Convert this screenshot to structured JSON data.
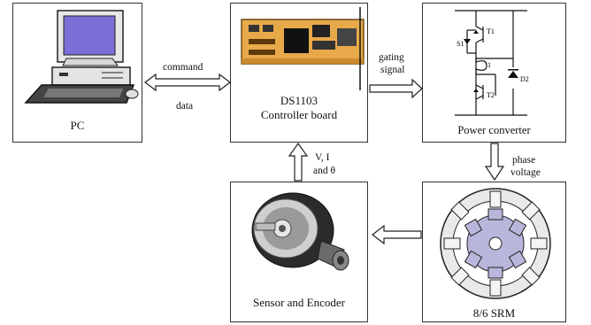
{
  "blocks": {
    "pc": {
      "label": "PC"
    },
    "controller": {
      "line1": "DS1103",
      "line2": "Controller board"
    },
    "converter": {
      "label": "Power converter",
      "components": {
        "s1": "S1",
        "t1": "T1",
        "t2": "T2",
        "d2": "D2",
        "phase": "1"
      }
    },
    "motor": {
      "label": "8/6 SRM"
    },
    "sensor": {
      "label": "Sensor and Encoder"
    }
  },
  "links": {
    "pc_controller": {
      "top": "command",
      "bottom": "data"
    },
    "controller_converter": {
      "line1": "gating",
      "line2": "signal"
    },
    "converter_motor": {
      "line1": "phase",
      "line2": "voltage"
    },
    "sensor_controller": {
      "line1": "V, I",
      "line2": "and θ"
    }
  }
}
